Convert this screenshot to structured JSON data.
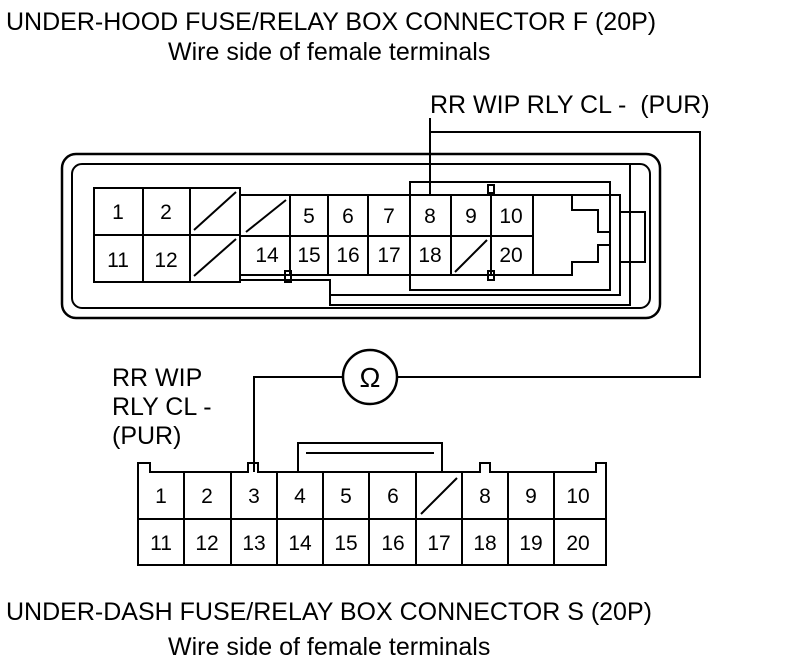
{
  "top_connector": {
    "title": "UNDER-HOOD FUSE/RELAY BOX CONNECTOR F (20P)",
    "subtitle": "Wire side of female terminals",
    "wire_label": "RR WIP RLY CL -  (PUR)",
    "row1": [
      "1",
      "2",
      "",
      "",
      "5",
      "6",
      "7",
      "8",
      "9",
      "10"
    ],
    "row2": [
      "11",
      "12",
      "",
      "14",
      "15",
      "16",
      "17",
      "18",
      "",
      "20"
    ]
  },
  "bottom_connector": {
    "title": "UNDER-DASH FUSE/RELAY BOX CONNECTOR S (20P)",
    "subtitle": "Wire side of female terminals",
    "wire_label_lines": [
      "RR WIP",
      "RLY CL -",
      "(PUR)"
    ],
    "row1": [
      "1",
      "2",
      "3",
      "4",
      "5",
      "6",
      "",
      "8",
      "9",
      "10"
    ],
    "row2": [
      "11",
      "12",
      "13",
      "14",
      "15",
      "16",
      "17",
      "18",
      "19",
      "20"
    ]
  },
  "meter": {
    "symbol": "Ω",
    "icon": "ohmmeter-icon"
  },
  "colors": {
    "line": "#000000",
    "background": "#ffffff"
  }
}
